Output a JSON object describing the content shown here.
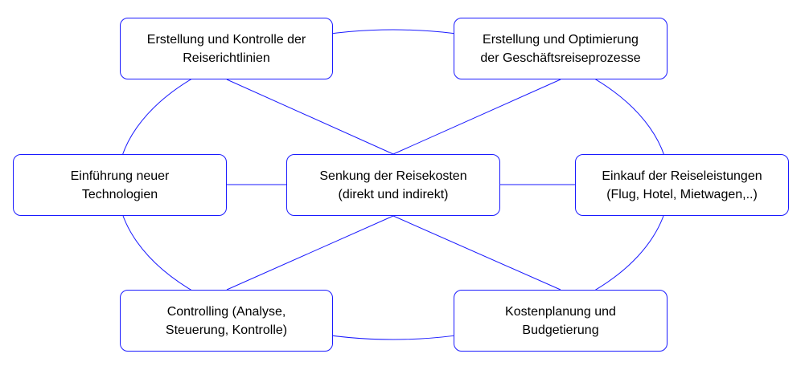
{
  "colors": {
    "connector": "#1a1aff",
    "node_border": "#1a1aff",
    "text": "#000000",
    "background": "#ffffff"
  },
  "nodes": {
    "richtlinien": {
      "line1": "Erstellung und Kontrolle der",
      "line2": "Reiserichtlinien"
    },
    "prozesse": {
      "line1": "Erstellung und Optimierung",
      "line2": "der Geschäftsreiseprozesse"
    },
    "technologien": {
      "line1": "Einführung neuer",
      "line2": "Technologien"
    },
    "senkung": {
      "line1": "Senkung der Reisekosten",
      "line2": "(direkt und indirekt)"
    },
    "einkauf": {
      "line1": "Einkauf der Reiseleistungen",
      "line2": "(Flug, Hotel, Mietwagen,..)"
    },
    "controlling": {
      "line1": "Controlling (Analyse,",
      "line2": "Steuerung, Kontrolle)"
    },
    "kosten": {
      "line1": "Kostenplanung und",
      "line2": "Budgetierung"
    }
  }
}
